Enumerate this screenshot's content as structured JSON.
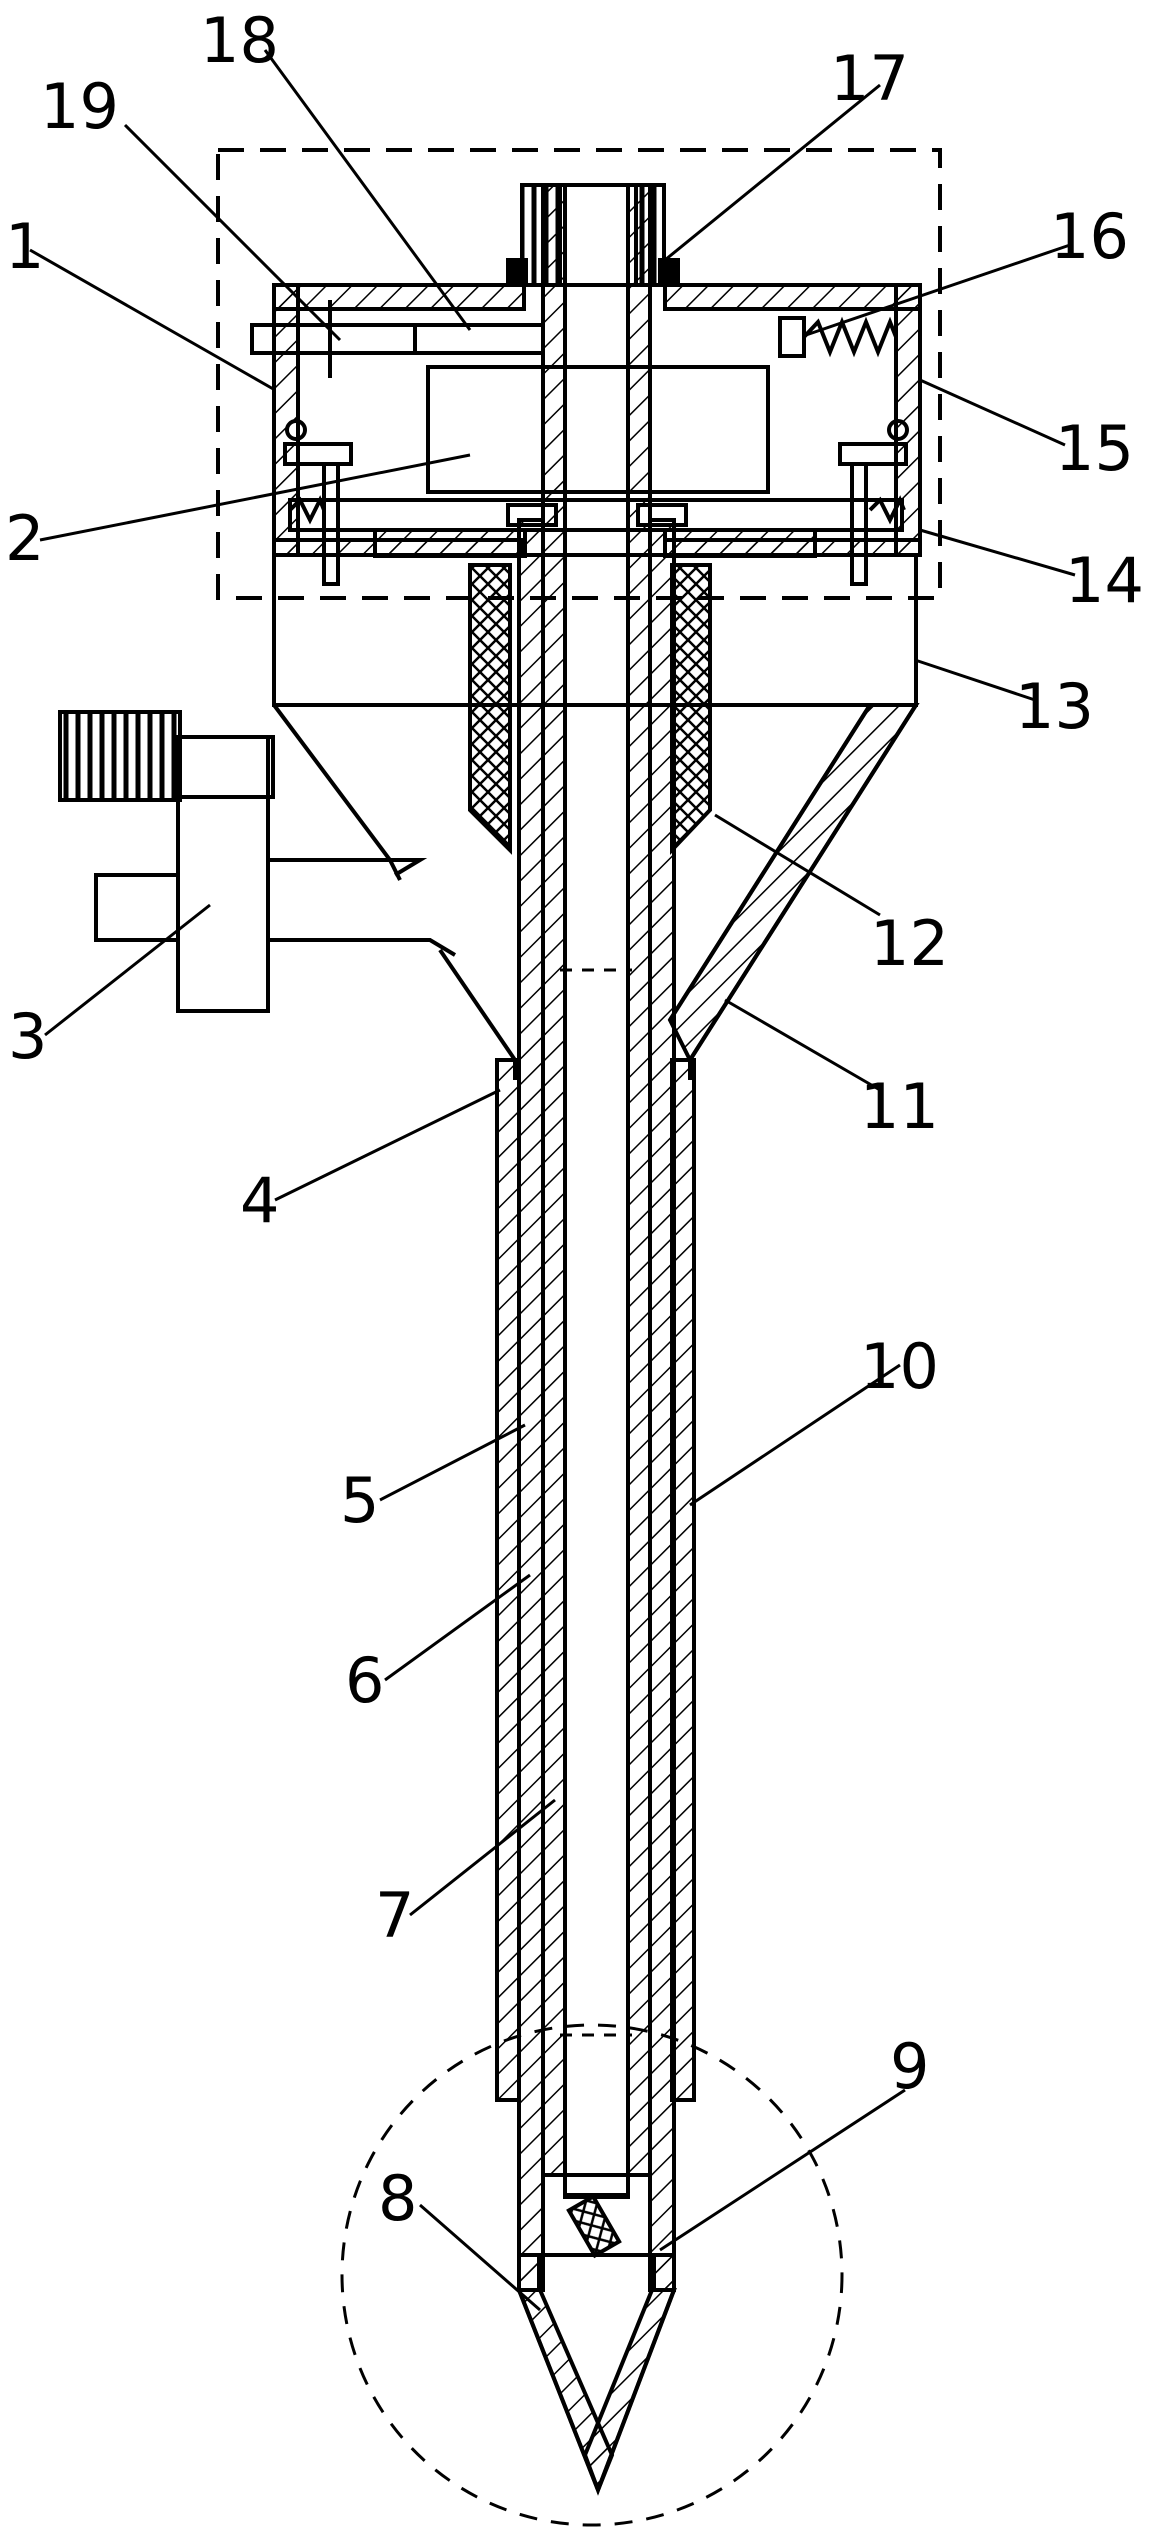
{
  "figure": {
    "labels": [
      {
        "id": "1",
        "text": "1"
      },
      {
        "id": "2",
        "text": "2"
      },
      {
        "id": "3",
        "text": "3"
      },
      {
        "id": "4",
        "text": "4"
      },
      {
        "id": "5",
        "text": "5"
      },
      {
        "id": "6",
        "text": "6"
      },
      {
        "id": "7",
        "text": "7"
      },
      {
        "id": "8",
        "text": "8"
      },
      {
        "id": "9",
        "text": "9"
      },
      {
        "id": "10",
        "text": "10"
      },
      {
        "id": "11",
        "text": "11"
      },
      {
        "id": "12",
        "text": "12"
      },
      {
        "id": "13",
        "text": "13"
      },
      {
        "id": "14",
        "text": "14"
      },
      {
        "id": "15",
        "text": "15"
      },
      {
        "id": "16",
        "text": "16"
      },
      {
        "id": "17",
        "text": "17"
      },
      {
        "id": "18",
        "text": "18"
      },
      {
        "id": "19",
        "text": "19"
      }
    ]
  }
}
